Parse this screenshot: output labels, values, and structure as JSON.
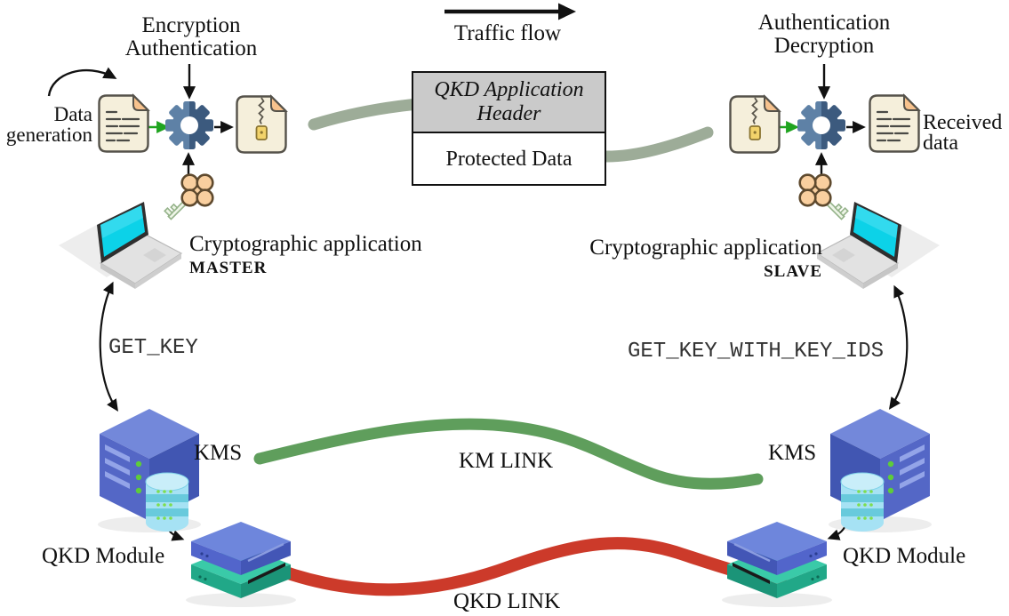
{
  "flow": {
    "traffic": "Traffic flow",
    "encrypt_label_1": "Encryption",
    "encrypt_label_2": "Authentication",
    "decrypt_label_1": "Authentication",
    "decrypt_label_2": "Decryption",
    "data_gen_1": "Data",
    "data_gen_2": "generation",
    "received_1": "Received",
    "received_2": "data",
    "packet_header": "QKD Application Header",
    "packet_payload": "Protected Data"
  },
  "apps": {
    "left_title": "Cryptographic application",
    "left_role": "MASTER",
    "right_title": "Cryptographic application",
    "right_role": "SLAVE"
  },
  "api_calls": {
    "left": "GET_KEY",
    "right": "GET_KEY_WITH_KEY_IDS"
  },
  "nodes": {
    "kms_left": "KMS",
    "kms_right": "KMS",
    "qkd_module_left": "QKD Module",
    "qkd_module_right": "QKD Module"
  },
  "links": {
    "km": "KM LINK",
    "qkd": "QKD LINK"
  },
  "colors": {
    "km_link": "#5f9e5c",
    "qkd_link": "#cc3a2a",
    "payload_stream": "#9dac98",
    "gear_light": "#5e81a6",
    "gear_dark": "#3c5a7e",
    "laptop_screen": "#0cd2e8",
    "server_blue": "#5467c6",
    "database_cyan": "#a6e2f4",
    "module_teal": "#2cc2a2",
    "key_fill": "#f9cf9f",
    "document_fill": "#f5efdb",
    "packet_header_bg": "#cacaca",
    "arrow_green": "#1fa41f",
    "arrow_black": "#111111"
  },
  "icons": {
    "gear": "gear-icon",
    "key": "key-icon",
    "document": "document-icon",
    "locked_document": "locked-document-icon",
    "laptop": "laptop-icon",
    "kms_server": "server-database-icon",
    "qkd_module": "stacked-module-icon"
  }
}
